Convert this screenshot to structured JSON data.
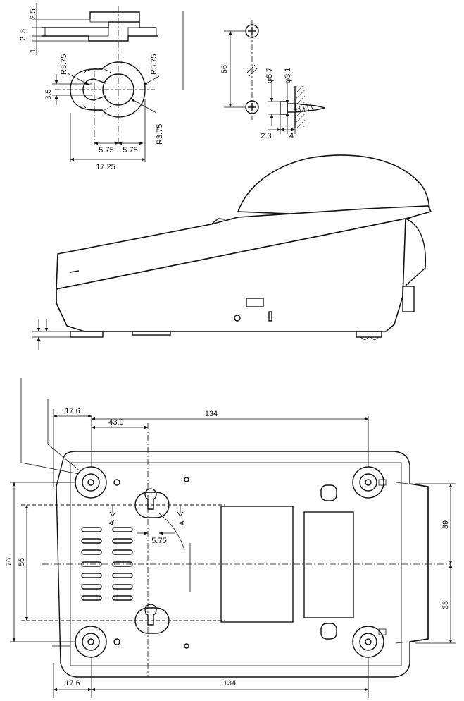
{
  "detail_hole": {
    "dims": {
      "t_top": "2.5",
      "t_mid": "3",
      "t_bot": "2",
      "t_base": "1",
      "slot_w": "3.5",
      "r_small": "R3.75",
      "r_large": "R5.75",
      "r_inner": "R3.75",
      "off_left": "5.75",
      "off_right": "5.75",
      "total_w": "17.25"
    }
  },
  "detail_screw": {
    "dims": {
      "pitch": "56",
      "head_dia": "φ5.7",
      "shank_dia": "φ3.1",
      "gap": "2.3",
      "thread_len": "4"
    }
  },
  "bottom_view": {
    "dims": {
      "top_left": "17.6",
      "top_total": "134",
      "mid_left": "43.9",
      "slot_off": "5.75",
      "height_total": "76",
      "hole_pitch": "56",
      "right_upper": "39",
      "right_lower": "38",
      "bot_left": "17.6",
      "bot_total": "134"
    },
    "section_marks": [
      "A",
      "A"
    ]
  }
}
